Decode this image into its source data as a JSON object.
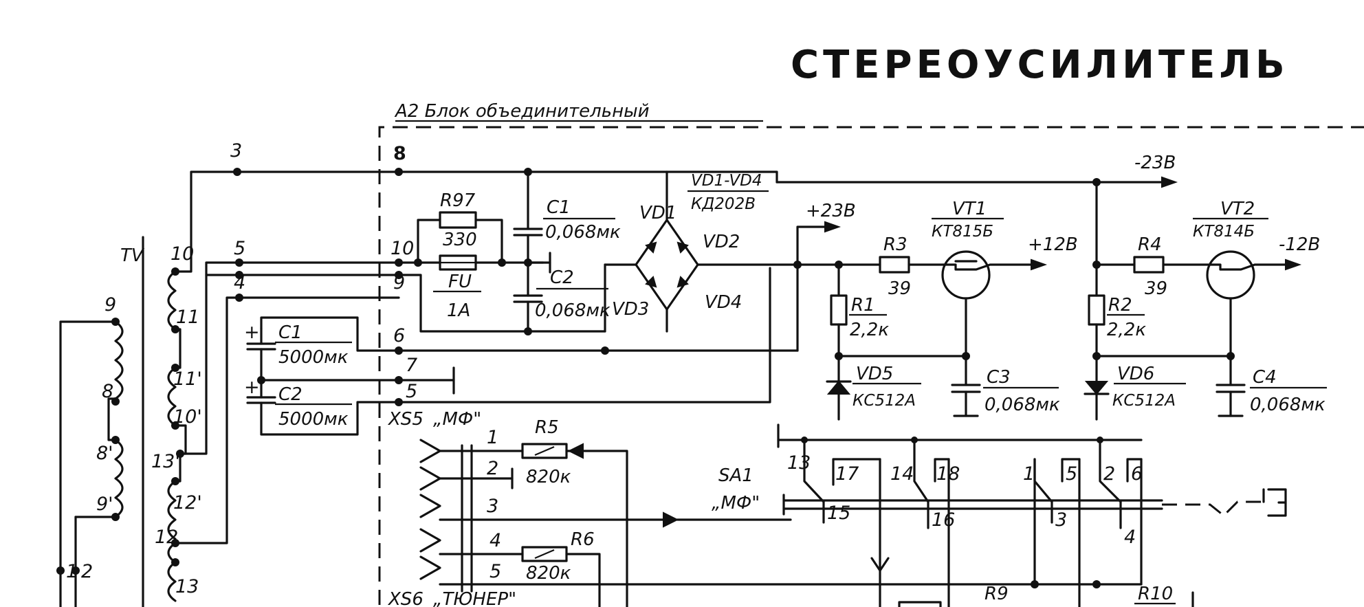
{
  "title": "СТЕРЕОУСИЛИТЕЛЬ",
  "block_label": "А2 Блок объединительный",
  "transformer": {
    "ref": "TV",
    "primary_pins": [
      "9",
      "8",
      "8'",
      "9'",
      "1",
      "2"
    ],
    "secondary_pins": [
      "10",
      "11",
      "11'",
      "10'",
      "13'",
      "12'",
      "12",
      "13"
    ]
  },
  "wire_numbers": [
    "3",
    "5",
    "4"
  ],
  "connector_pins": [
    "8",
    "10",
    "9",
    "6",
    "7",
    "5"
  ],
  "components": {
    "R97": {
      "ref": "R97",
      "value": "330"
    },
    "FU": {
      "ref": "FU",
      "value": "1A"
    },
    "C1_hv": {
      "ref": "C1",
      "value": "0,068мк"
    },
    "C2_hv": {
      "ref": "C2",
      "value": "0,068мк"
    },
    "C1_big": {
      "ref": "C1",
      "value": "5000мк"
    },
    "C2_big": {
      "ref": "C2",
      "value": "5000мк"
    },
    "bridge": {
      "ref": "VD1-VD4",
      "type": "КД202В",
      "d1": "VD1",
      "d2": "VD2",
      "d3": "VD3",
      "d4": "VD4"
    },
    "R3": {
      "ref": "R3",
      "value": "39"
    },
    "R4": {
      "ref": "R4",
      "value": "39"
    },
    "R1": {
      "ref": "R1",
      "value": "2,2к"
    },
    "R2": {
      "ref": "R2",
      "value": "2,2к"
    },
    "VT1": {
      "ref": "VT1",
      "type": "КТ815Б"
    },
    "VT2": {
      "ref": "VT2",
      "type": "КТ814Б"
    },
    "VD5": {
      "ref": "VD5",
      "type": "КС512А"
    },
    "VD6": {
      "ref": "VD6",
      "type": "КС512А"
    },
    "C3": {
      "ref": "C3",
      "value": "0,068мк"
    },
    "C4": {
      "ref": "C4",
      "value": "0,068мк"
    },
    "R5": {
      "ref": "R5",
      "value": "820к"
    },
    "R6": {
      "ref": "R6",
      "value": "820к"
    },
    "R9": {
      "ref": "R9"
    },
    "R10": {
      "ref": "R10"
    }
  },
  "rails": {
    "plus23": "+23В",
    "minus23": "-23В",
    "plus12": "+12В",
    "minus12": "-12В"
  },
  "xs5": {
    "ref": "XS5",
    "name": "„МФ\"",
    "pins": [
      "1",
      "2",
      "3",
      "4",
      "5"
    ]
  },
  "xs6": {
    "ref": "XS6",
    "name": "„ТЮНЕР\""
  },
  "sa1": {
    "ref": "SA1",
    "name": "„МФ\"",
    "contacts": [
      "13",
      "17",
      "14",
      "18",
      "15",
      "16",
      "1",
      "5",
      "2",
      "6",
      "3",
      "4"
    ]
  }
}
